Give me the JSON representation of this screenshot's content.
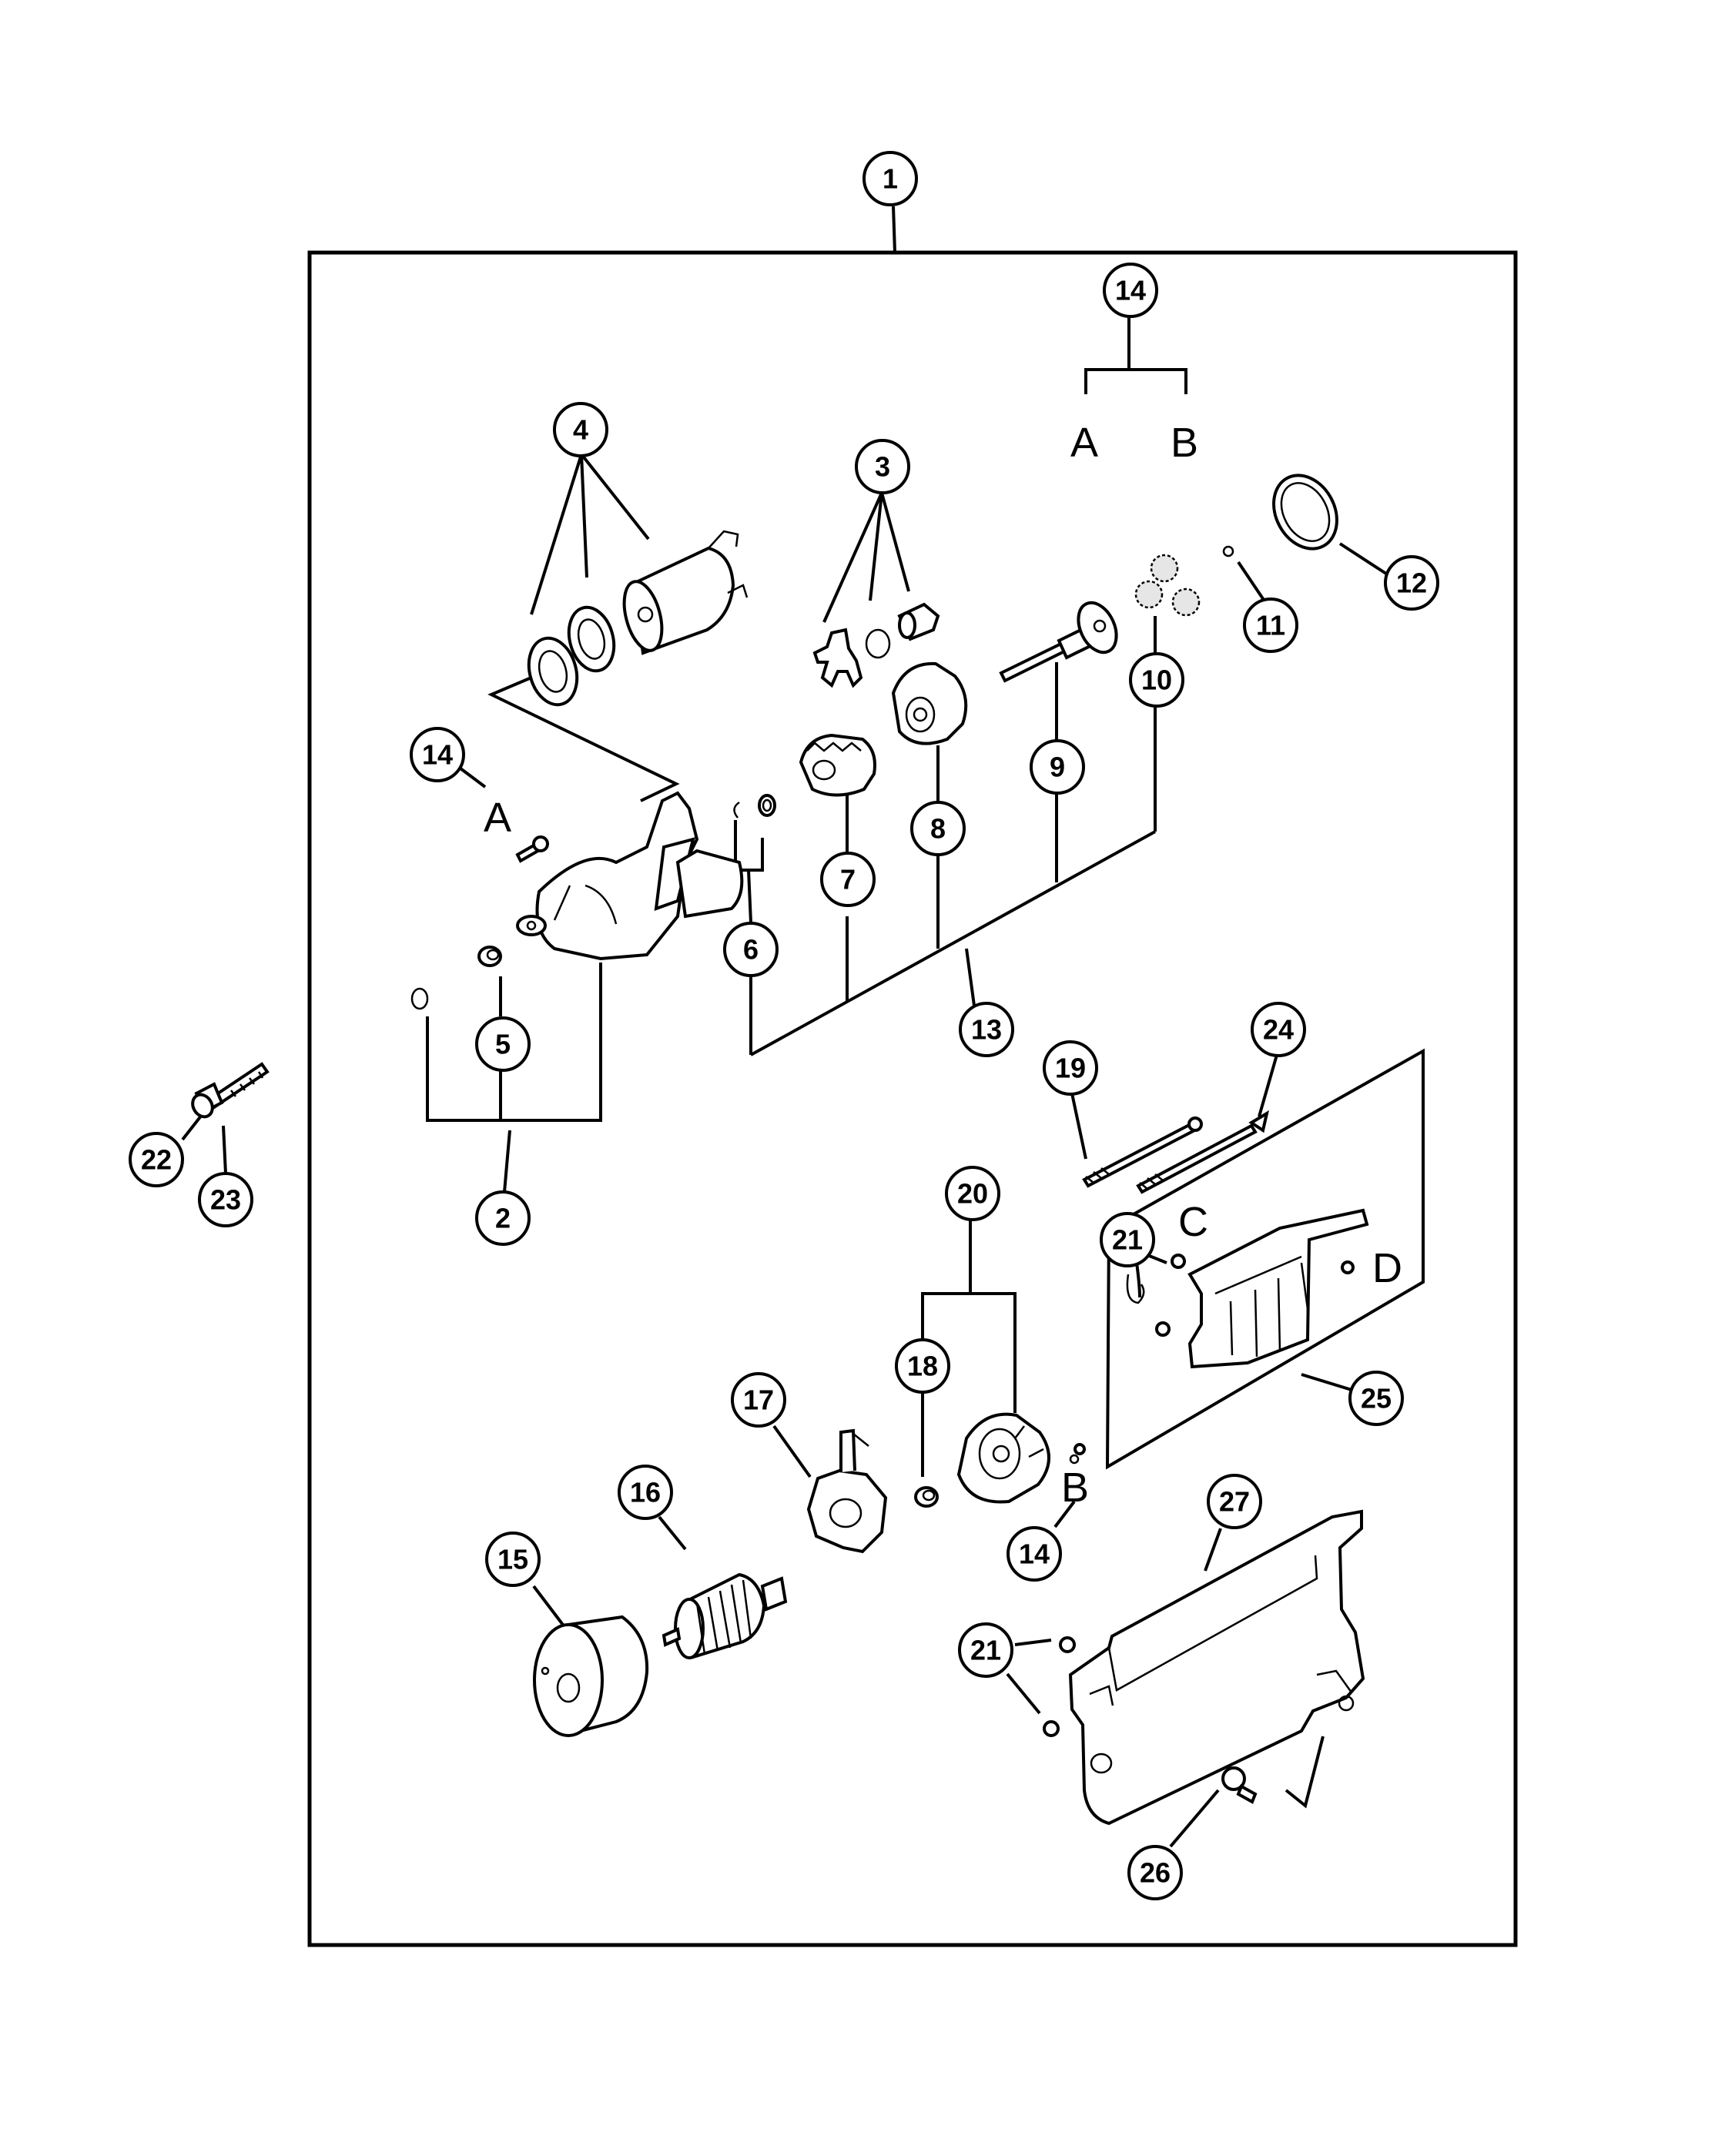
{
  "callouts": {
    "c1": "1",
    "c2": "2",
    "c3": "3",
    "c4": "4",
    "c5": "5",
    "c6": "6",
    "c7": "7",
    "c8": "8",
    "c9": "9",
    "c10": "10",
    "c11": "11",
    "c12": "12",
    "c13": "13",
    "c14a": "14",
    "c14b": "14",
    "c14c": "14",
    "c15": "15",
    "c16": "16",
    "c17": "17",
    "c18": "18",
    "c19": "19",
    "c20": "20",
    "c21a": "21",
    "c21b": "21",
    "c22": "22",
    "c23": "23",
    "c24": "24",
    "c25": "25",
    "c26": "26",
    "c27": "27"
  },
  "letters": {
    "a_top": "A",
    "b_top": "B",
    "a_housing": "A",
    "b_brush": "B",
    "c": "C",
    "d": "D"
  }
}
